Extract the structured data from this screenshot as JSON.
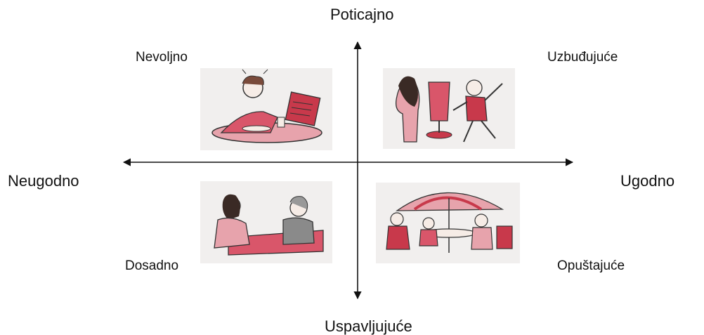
{
  "axes": {
    "top": "Poticajno",
    "bottom": "Uspavljujuće",
    "left": "Neugodno",
    "right": "Ugodno"
  },
  "quadrants": {
    "top_left": "Nevoljno",
    "top_right": "Uzbuđujuće",
    "bottom_left": "Dosadno",
    "bottom_right": "Opuštajuće"
  },
  "colors": {
    "accent": "#c8394b",
    "line": "#111111"
  }
}
